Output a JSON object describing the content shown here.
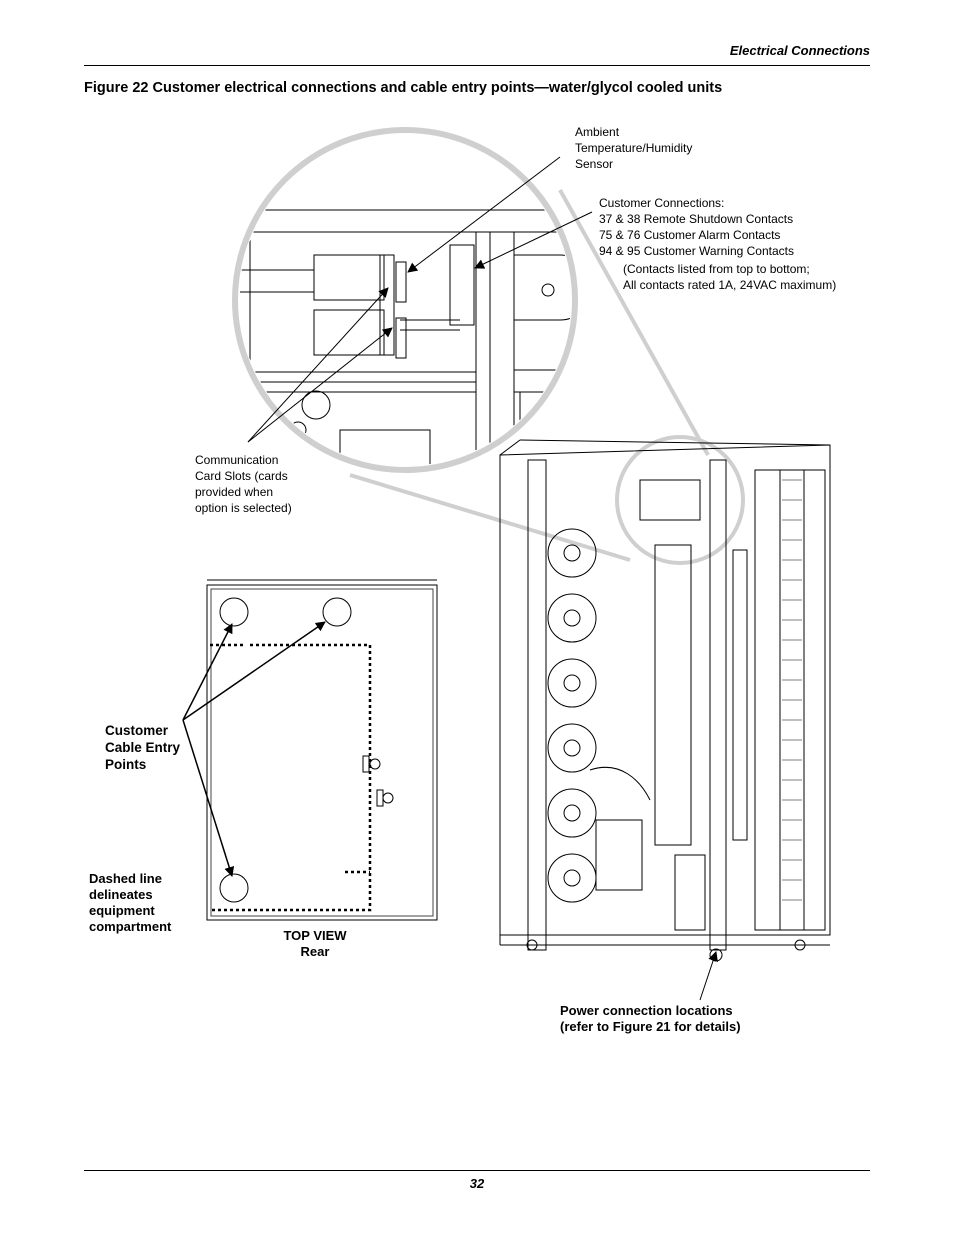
{
  "header": {
    "running_head": "Electrical Connections"
  },
  "figure": {
    "caption": "Figure 22  Customer electrical connections and cable entry points—water/glycol cooled units",
    "callouts": {
      "ambient_sensor": [
        "Ambient",
        "Temperature/Humidity",
        "Sensor"
      ],
      "customer_connections": [
        "Customer Connections:",
        "37 & 38 Remote Shutdown Contacts",
        "75 & 76 Customer Alarm Contacts",
        "94 & 95 Customer Warning Contacts"
      ],
      "contacts_note": [
        "(Contacts listed from top to bottom;",
        "All contacts rated 1A, 24VAC maximum)"
      ],
      "communication_slots": [
        "Communication",
        "Card Slots (cards",
        "provided when",
        "option is selected)"
      ],
      "cable_entry": [
        "Customer",
        "Cable Entry",
        "Points"
      ],
      "dashed_line": [
        "Dashed line",
        "delineates",
        "equipment",
        "compartment"
      ],
      "top_view": [
        "TOP VIEW",
        "Rear"
      ],
      "power_connection": [
        "Power connection locations",
        "(refer to Figure 21 for details)"
      ]
    }
  },
  "footer": {
    "page_number": "32"
  }
}
